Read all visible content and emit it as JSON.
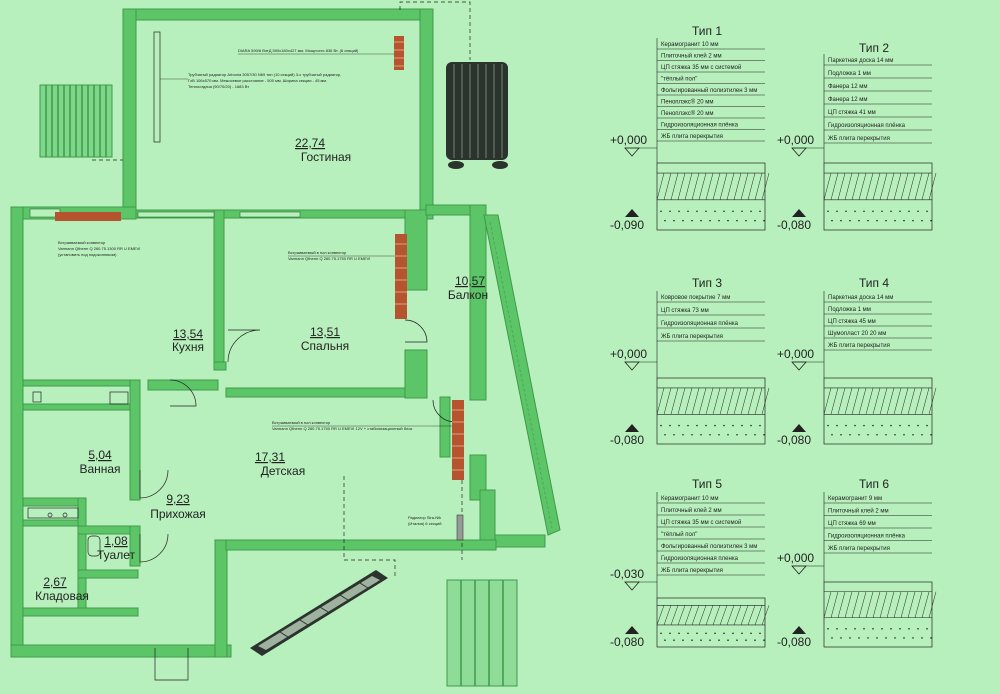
{
  "plan": {
    "rooms": [
      {
        "id": "living",
        "area": "22,74",
        "name": "Гостиная"
      },
      {
        "id": "balcony",
        "area": "10,57",
        "name": "Балкон"
      },
      {
        "id": "kitchen",
        "area": "13,54",
        "name": "Кухня"
      },
      {
        "id": "bedroom",
        "area": "13,51",
        "name": "Спальня"
      },
      {
        "id": "bathroom",
        "area": "5,04",
        "name": "Ванная"
      },
      {
        "id": "kids",
        "area": "17,31",
        "name": "Детская"
      },
      {
        "id": "hall",
        "area": "9,23",
        "name": "Прихожая"
      },
      {
        "id": "toilet",
        "area": "1,08",
        "name": "Туалет"
      },
      {
        "id": "storage",
        "area": "2,67",
        "name": "Кладовая"
      }
    ],
    "notes": {
      "top": "DIARA 590/6 ВэтД 590х180х427 мм. Мощность 836 Вт. (6 секций)",
      "living_1": "Трубчатый радиатор Arbonia 3057/30 N69 тип (10 секций) 3-х трубчатый радиатор,",
      "living_2": "ГхВ 106х570 мм. Межосевое расстояние - 500 мм. Ширина секции - 45 мм.",
      "living_3": "Теплоотдача (90/70/20) - 1683 Вт",
      "kitchen_1": "Встраиваемый конвектор",
      "kitchen_2": "Varmann Qtherm Q 260.75.1300 RR U EMEVI",
      "kitchen_3": "(установить под подоконником)",
      "bedroom_1": "Встраиваемый в пол конвектор",
      "bedroom_2": "Varmann Qtherm Q 260.75.1750 RR U EMEVI",
      "kids_1": "Встраиваемый в пол конвектор",
      "kids_2": "Varmann Qtherm Q 260.75.1750 RR U EMEVI 12V + стабилизационный блок",
      "radiator_1": "Радиатор Sira-Nik",
      "radiator_2": "(Италия) 6 секций"
    }
  },
  "floor_types": [
    {
      "title": "Тип 1",
      "layers": [
        "Керамогранит 10 мм",
        "Плиточный клей 2 мм",
        "ЦП стяжка 35 мм с системой",
        "\"тёплый пол\"",
        "Фольгированный полиэтилен 3 мм",
        "Пеноплэкс® 20 мм",
        "Пеноплэкс® 20 мм",
        "Гидроизоляционная плёнка",
        "ЖБ плита перекрытия"
      ],
      "top": "+0,000",
      "bottom": "-0,090"
    },
    {
      "title": "Тип 2",
      "layers": [
        "Паркетная доска 14 мм",
        "Подложка 1 мм",
        "Фанера 12 мм",
        "Фанера 12 мм",
        "ЦП стяжка 41 мм",
        "Гидроизоляционная плёнка",
        "ЖБ плита перекрытия"
      ],
      "top": "+0,000",
      "bottom": "-0,080"
    },
    {
      "title": "Тип 3",
      "layers": [
        "Ковровое покрытие 7 мм",
        "ЦП стяжка 73 мм",
        "Гидроизоляционная плёнка",
        "ЖБ плита перекрытия"
      ],
      "top": "+0,000",
      "bottom": "-0,080"
    },
    {
      "title": "Тип 4",
      "layers": [
        "Паркетная доска 14 мм",
        "Подложка 1 мм",
        "ЦП стяжка 45 мм",
        "Шумопласт 20 20 мм",
        "ЖБ плита перекрытия"
      ],
      "top": "+0,000",
      "bottom": "-0,080"
    },
    {
      "title": "Тип 5",
      "layers": [
        "Керамогранит 10 мм",
        "Плиточный клей 2 мм",
        "ЦП стяжка 35 мм с системой",
        "\"тёплый пол\"",
        "Фольгированный полиэтилен 3 мм",
        "Гидроизоляционная пленка",
        "ЖБ плита перекрытия"
      ],
      "top": "-0,030",
      "bottom": "-0,080"
    },
    {
      "title": "Тип 6",
      "layers": [
        "Керамогранит 9 мм",
        "Плиточный клей 2 мм",
        "ЦП стяжка 69 мм",
        "Гидроизоляционная плёнка",
        "ЖБ плита перекрытия"
      ],
      "top": "+0,000",
      "bottom": "-0,080"
    }
  ],
  "colors": {
    "background": "#b8f0bd",
    "wall": "#5cc567",
    "wall_edge": "#3f9a49",
    "convector": "#b5542f",
    "line": "#222222"
  }
}
